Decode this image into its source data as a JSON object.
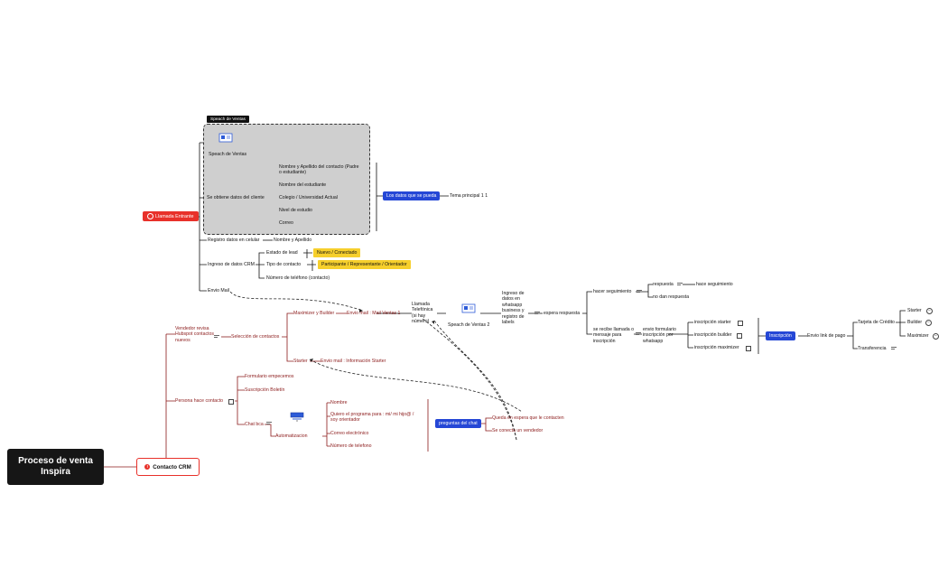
{
  "root": {
    "title": "Proceso de venta Inspira"
  },
  "contacto_crm": {
    "label": "Contacto CRM",
    "badge": "!"
  },
  "branch_vendedor": {
    "label": "Vendedor revisa Hubspot contactos nuevos",
    "seleccion": "Selección de contactos",
    "maximizer_builder": "Maximizer y Builder",
    "envio_mail_ventas": "Envio mail : Mail Ventas 1",
    "starter": "Starter",
    "envio_mail_starter": "Envio mail : Información Starter"
  },
  "branch_persona": {
    "label": "Persona hace contacto",
    "formulario": "Formulario empecemos",
    "boletin": "Suscripción Boletín",
    "chat": "Chat bca",
    "automatizacion": "Automatizacion",
    "campos": [
      "Nombre",
      "Quiero el programa para : mi/ mi hijo@ / soy orientador",
      "Correo electrónico",
      "Número de telefono"
    ],
    "preguntas": "preguntas del chat",
    "espera": "Queda en espera que le contacten",
    "conecta": "Se conecta un vendedor"
  },
  "llamada_entrante": {
    "label": "Llamada Entrante",
    "group_tag": "Speach de Ventas",
    "speach": "Speach de Ventas",
    "obtiene": "Se obtiene datos del cliente",
    "datos": [
      "Nombre y Apellido del contacto (Padre o estudiante)",
      "Nombre  del estudiante",
      "Colegio / Universidad Actual",
      "Nivel de estudio",
      "Correo"
    ],
    "datos_pill": "Los datos que se pueda",
    "tema": "Tema principal 1 1",
    "registro_celular": "Registro datos en celular",
    "nombre_apellido": "Nombre y Apellido",
    "ingreso_crm": "Ingreso de datos CRM",
    "estado_lead": "Estado de lead",
    "estado_pill": "Nuevo / Conectado",
    "tipo_contacto": "Tipo de contacto",
    "tipo_pill": "Participante / Representante / Orientador",
    "telefono": "Número de teléfono (contacto)",
    "envio_mail": "Envio Mail"
  },
  "llamada_telefonica": {
    "label": "Llamada Telefónica (si hay número)",
    "speach2": "Speach de Ventas 2",
    "ingreso_whatsapp": "Ingreso de datos en whatsapp business y registro de labels",
    "espera_respuesta": "espera respuesta",
    "hacer_seguimiento": "hacer seguimiento",
    "respuesta": "respuesta",
    "hace_seguimiento": "hace seguimiento",
    "no_dan": "no dan respuesta",
    "se_recibe": "se recibe llamada o mensaje para inscripción",
    "envio_formulario": "envio formulario inscripción por whatsapp",
    "insc_starter": "inscripción starter",
    "insc_builder": "inscripción builder",
    "insc_maximizer": "inscripción maximizer",
    "inscripcion_pill": "Inscripción",
    "envio_link": "Envio link de pago",
    "tarjeta": "Tarjeta de Crédito",
    "transferencia": "Transferencia",
    "planes": [
      "Starter",
      "Builder",
      "Maximizer"
    ]
  },
  "colors": {
    "accent_red": "#e8312a",
    "accent_blue": "#2547d6",
    "accent_yellow": "#f6cf2c",
    "text_red": "#8b1a1a"
  }
}
